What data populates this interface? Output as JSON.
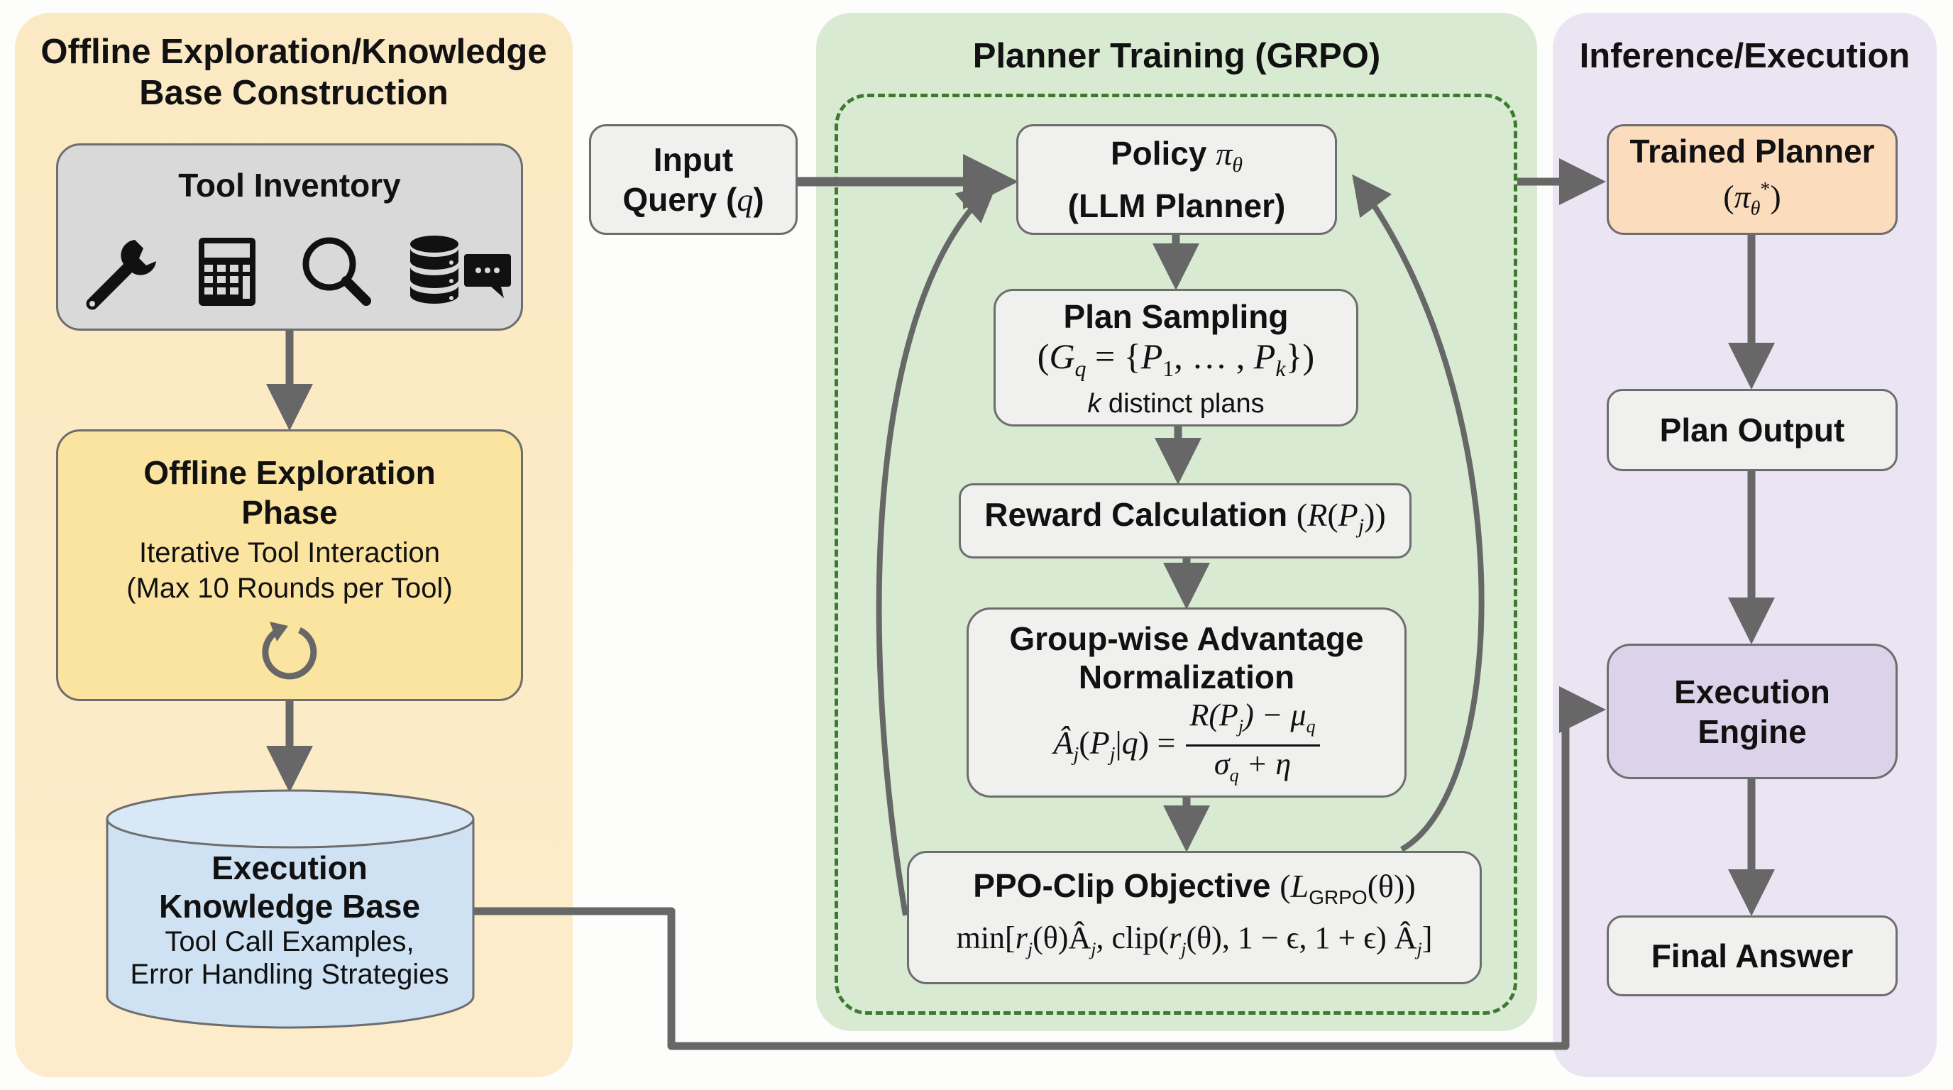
{
  "panels": {
    "offline": {
      "title_line1": "Offline Exploration/Knowledge",
      "title_line2": "Base Construction",
      "color": "#fbe9c4"
    },
    "training": {
      "title": "Planner Training (GRPO)",
      "color": "#d8ead2",
      "dashed_border_color": "#3d7a2e"
    },
    "inference": {
      "title": "Inference/Execution",
      "color": "#ebe5f3"
    }
  },
  "nodes": {
    "tool_inventory": {
      "title": "Tool Inventory",
      "icons": [
        "wrench-icon",
        "calculator-icon",
        "search-icon",
        "database-icon",
        "chat-bubble-icon"
      ],
      "color": "#d9d9d9"
    },
    "offline_phase": {
      "title_line1": "Offline Exploration",
      "title_line2": "Phase",
      "sub_line1": "Iterative Tool Interaction",
      "sub_line2": "(Max 10 Rounds per Tool)",
      "icon": "refresh-cycle-icon",
      "color": "#fbe3a0"
    },
    "knowledge_base": {
      "title_line1": "Execution",
      "title_line2": "Knowledge Base",
      "sub_line1": "Tool Call Examples,",
      "sub_line2": "Error Handling Strategies",
      "color": "#cfe2f3"
    },
    "input_query": {
      "line1": "Input",
      "line2_text": "Query (",
      "line2_math": "q",
      "line2_end": ")"
    },
    "policy": {
      "line1_text": "Policy ",
      "line1_math": "π",
      "line1_sub": "θ",
      "line2": "(LLM Planner)"
    },
    "plan_sampling": {
      "title": "Plan Sampling",
      "formula": "(G_q = {P_1, … , P_k})",
      "formula_parts": {
        "open": "(",
        "G": "G",
        "q": "q",
        "eq": " = {",
        "P1": "P",
        "one": "1",
        "mid": ", … , ",
        "Pk": "P",
        "k": "k",
        "close": "})"
      },
      "note_math": "k",
      "note_text": " distinct plans"
    },
    "reward": {
      "text": "Reward Calculation ",
      "formula_open": "(",
      "formula_R": "R",
      "formula_paren": "(",
      "formula_P": "P",
      "formula_sub": "j",
      "formula_close": "))"
    },
    "advantage": {
      "title_line1": "Group-wise Advantage",
      "title_line2": "Normalization",
      "lhs": "Â_j(P_j|q) =",
      "lhs_parts": {
        "A": "Â",
        "j": "j",
        "open": "(",
        "P": "P",
        "pj": "j",
        "bar": "|",
        "q": "q",
        "close": ") ="
      },
      "numerator": "R(P_j) − μ_q",
      "num_parts": {
        "R": "R(P",
        "j": "j",
        "rest": ") − μ",
        "q": "q"
      },
      "denominator": "σ_q + η",
      "den_parts": {
        "s": "σ",
        "q": "q",
        "rest": " + η"
      }
    },
    "ppo": {
      "title_text": "PPO-Clip Objective ",
      "title_math_open": "(",
      "title_L": "L",
      "title_sub": "GRPO",
      "title_theta": "(θ))",
      "formula": "min[r_j(θ)Â_j, clip(r_j(θ), 1 − ϵ, 1 + ϵ) Â_j]",
      "formula_parts": {
        "a": "min[",
        "r1": "r",
        "j1": "j",
        "b": "(θ)Â",
        "j2": "j",
        "c": ", clip(",
        "r2": "r",
        "j3": "j",
        "d": "(θ), 1 − ϵ, 1 + ϵ) Â",
        "j4": "j",
        "e": "]"
      }
    },
    "trained_planner": {
      "line1": "Trained Planner",
      "line2_open": "(",
      "line2_pi": "π",
      "line2_sub": "θ",
      "line2_sup": "*",
      "line2_close": ")",
      "color": "#fbdcbd"
    },
    "plan_output": {
      "label": "Plan Output"
    },
    "execution_engine": {
      "line1": "Execution",
      "line2": "Engine",
      "color": "#dcd2ea"
    },
    "final_answer": {
      "label": "Final Answer"
    }
  },
  "edges": [
    {
      "from": "tool_inventory",
      "to": "offline_phase"
    },
    {
      "from": "offline_phase",
      "to": "knowledge_base"
    },
    {
      "from": "knowledge_base",
      "to": "execution_engine"
    },
    {
      "from": "input_query",
      "to": "policy"
    },
    {
      "from": "policy",
      "to": "plan_sampling"
    },
    {
      "from": "plan_sampling",
      "to": "reward"
    },
    {
      "from": "reward",
      "to": "advantage"
    },
    {
      "from": "advantage",
      "to": "ppo"
    },
    {
      "from": "ppo",
      "to": "policy",
      "style": "feedback-left"
    },
    {
      "from": "ppo",
      "to": "policy",
      "style": "feedback-right"
    },
    {
      "from": "training",
      "to": "trained_planner"
    },
    {
      "from": "trained_planner",
      "to": "plan_output"
    },
    {
      "from": "plan_output",
      "to": "execution_engine"
    },
    {
      "from": "execution_engine",
      "to": "final_answer"
    }
  ],
  "styles": {
    "arrow_color": "#676767",
    "box_border": "#6d6d6d",
    "box_fill": "#f0f0ef"
  }
}
